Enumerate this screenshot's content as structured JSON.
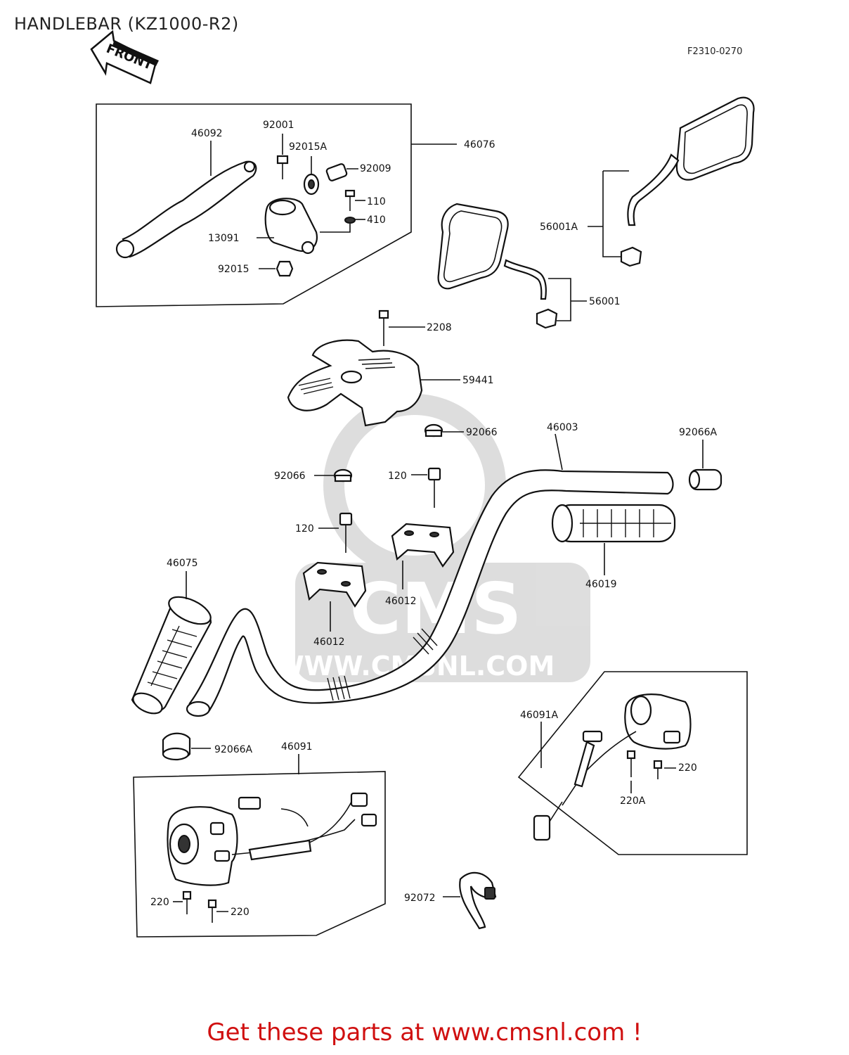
{
  "header": {
    "title": "HANDLEBAR (KZ1000-R2)",
    "figure_code": "F2310-0270"
  },
  "front_arrow": {
    "label": "FRONT"
  },
  "watermark": {
    "text": "WWW.CMSNL.COM",
    "logo_text": "CMS"
  },
  "callouts": {
    "c46092": "46092",
    "c92001": "92001",
    "c92015A": "92015A",
    "c92009": "92009",
    "c46076": "46076",
    "c110": "110",
    "c410": "410",
    "c13091": "13091",
    "c92015": "92015",
    "c56001A": "56001A",
    "c56001": "56001",
    "c2208": "2208",
    "c59441": "59441",
    "c92066_a": "92066",
    "c46003": "46003",
    "c92066A_r": "92066A",
    "c92066_b": "92066",
    "c120_a": "120",
    "c120_b": "120",
    "c46075": "46075",
    "c46012_a": "46012",
    "c46012_b": "46012",
    "c46019": "46019",
    "c46091A": "46091A",
    "c220_r": "220",
    "c220A": "220A",
    "c92066A_l": "92066A",
    "c46091": "46091",
    "c220_l1": "220",
    "c220_l2": "220",
    "c92072": "92072"
  },
  "footer": {
    "text": "Get these parts at www.cmsnl.com !"
  }
}
